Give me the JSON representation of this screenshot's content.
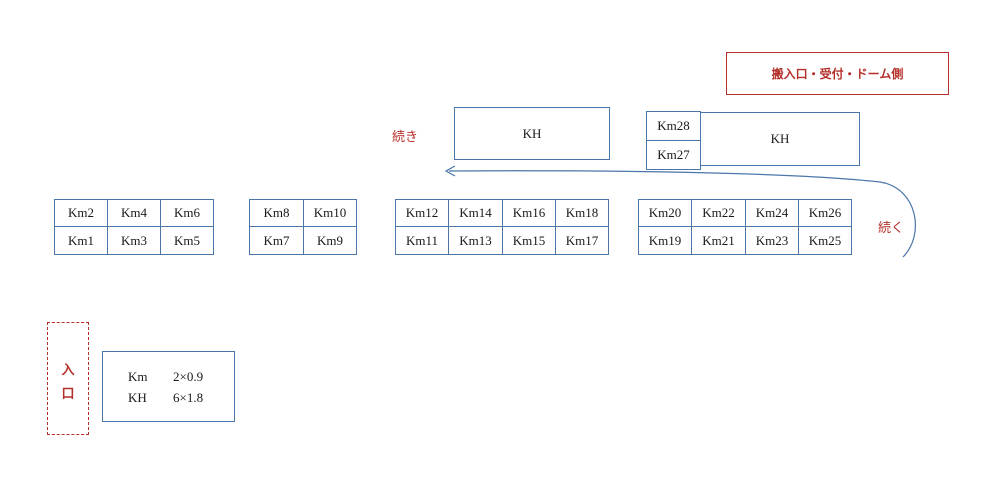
{
  "header": {
    "label": "搬入口・受付・ドーム側"
  },
  "flow": {
    "continues_upper": "続き",
    "continues_right": "続く"
  },
  "entrance": {
    "label_chars": [
      "入",
      "口"
    ]
  },
  "kh_left": {
    "label": "KH"
  },
  "kh_right": {
    "label": "KH"
  },
  "top_right_cells": {
    "top": "Km28",
    "bottom": "Km27"
  },
  "groups": {
    "g1": {
      "top": [
        "Km2",
        "Km4",
        "Km6"
      ],
      "bottom": [
        "Km1",
        "Km3",
        "Km5"
      ]
    },
    "g2": {
      "top": [
        "Km8",
        "Km10"
      ],
      "bottom": [
        "Km7",
        "Km9"
      ]
    },
    "g3": {
      "top": [
        "Km12",
        "Km14",
        "Km16",
        "Km18"
      ],
      "bottom": [
        "Km11",
        "Km13",
        "Km15",
        "Km17"
      ]
    },
    "g4": {
      "top": [
        "Km20",
        "Km22",
        "Km24",
        "Km26"
      ],
      "bottom": [
        "Km19",
        "Km21",
        "Km23",
        "Km25"
      ]
    }
  },
  "legend": {
    "rows": [
      {
        "name": "Km",
        "size": "2×0.9"
      },
      {
        "name": "KH",
        "size": "6×1.8"
      }
    ]
  },
  "colors": {
    "border": "#4a76a8",
    "accent_red": "#b5302a"
  }
}
